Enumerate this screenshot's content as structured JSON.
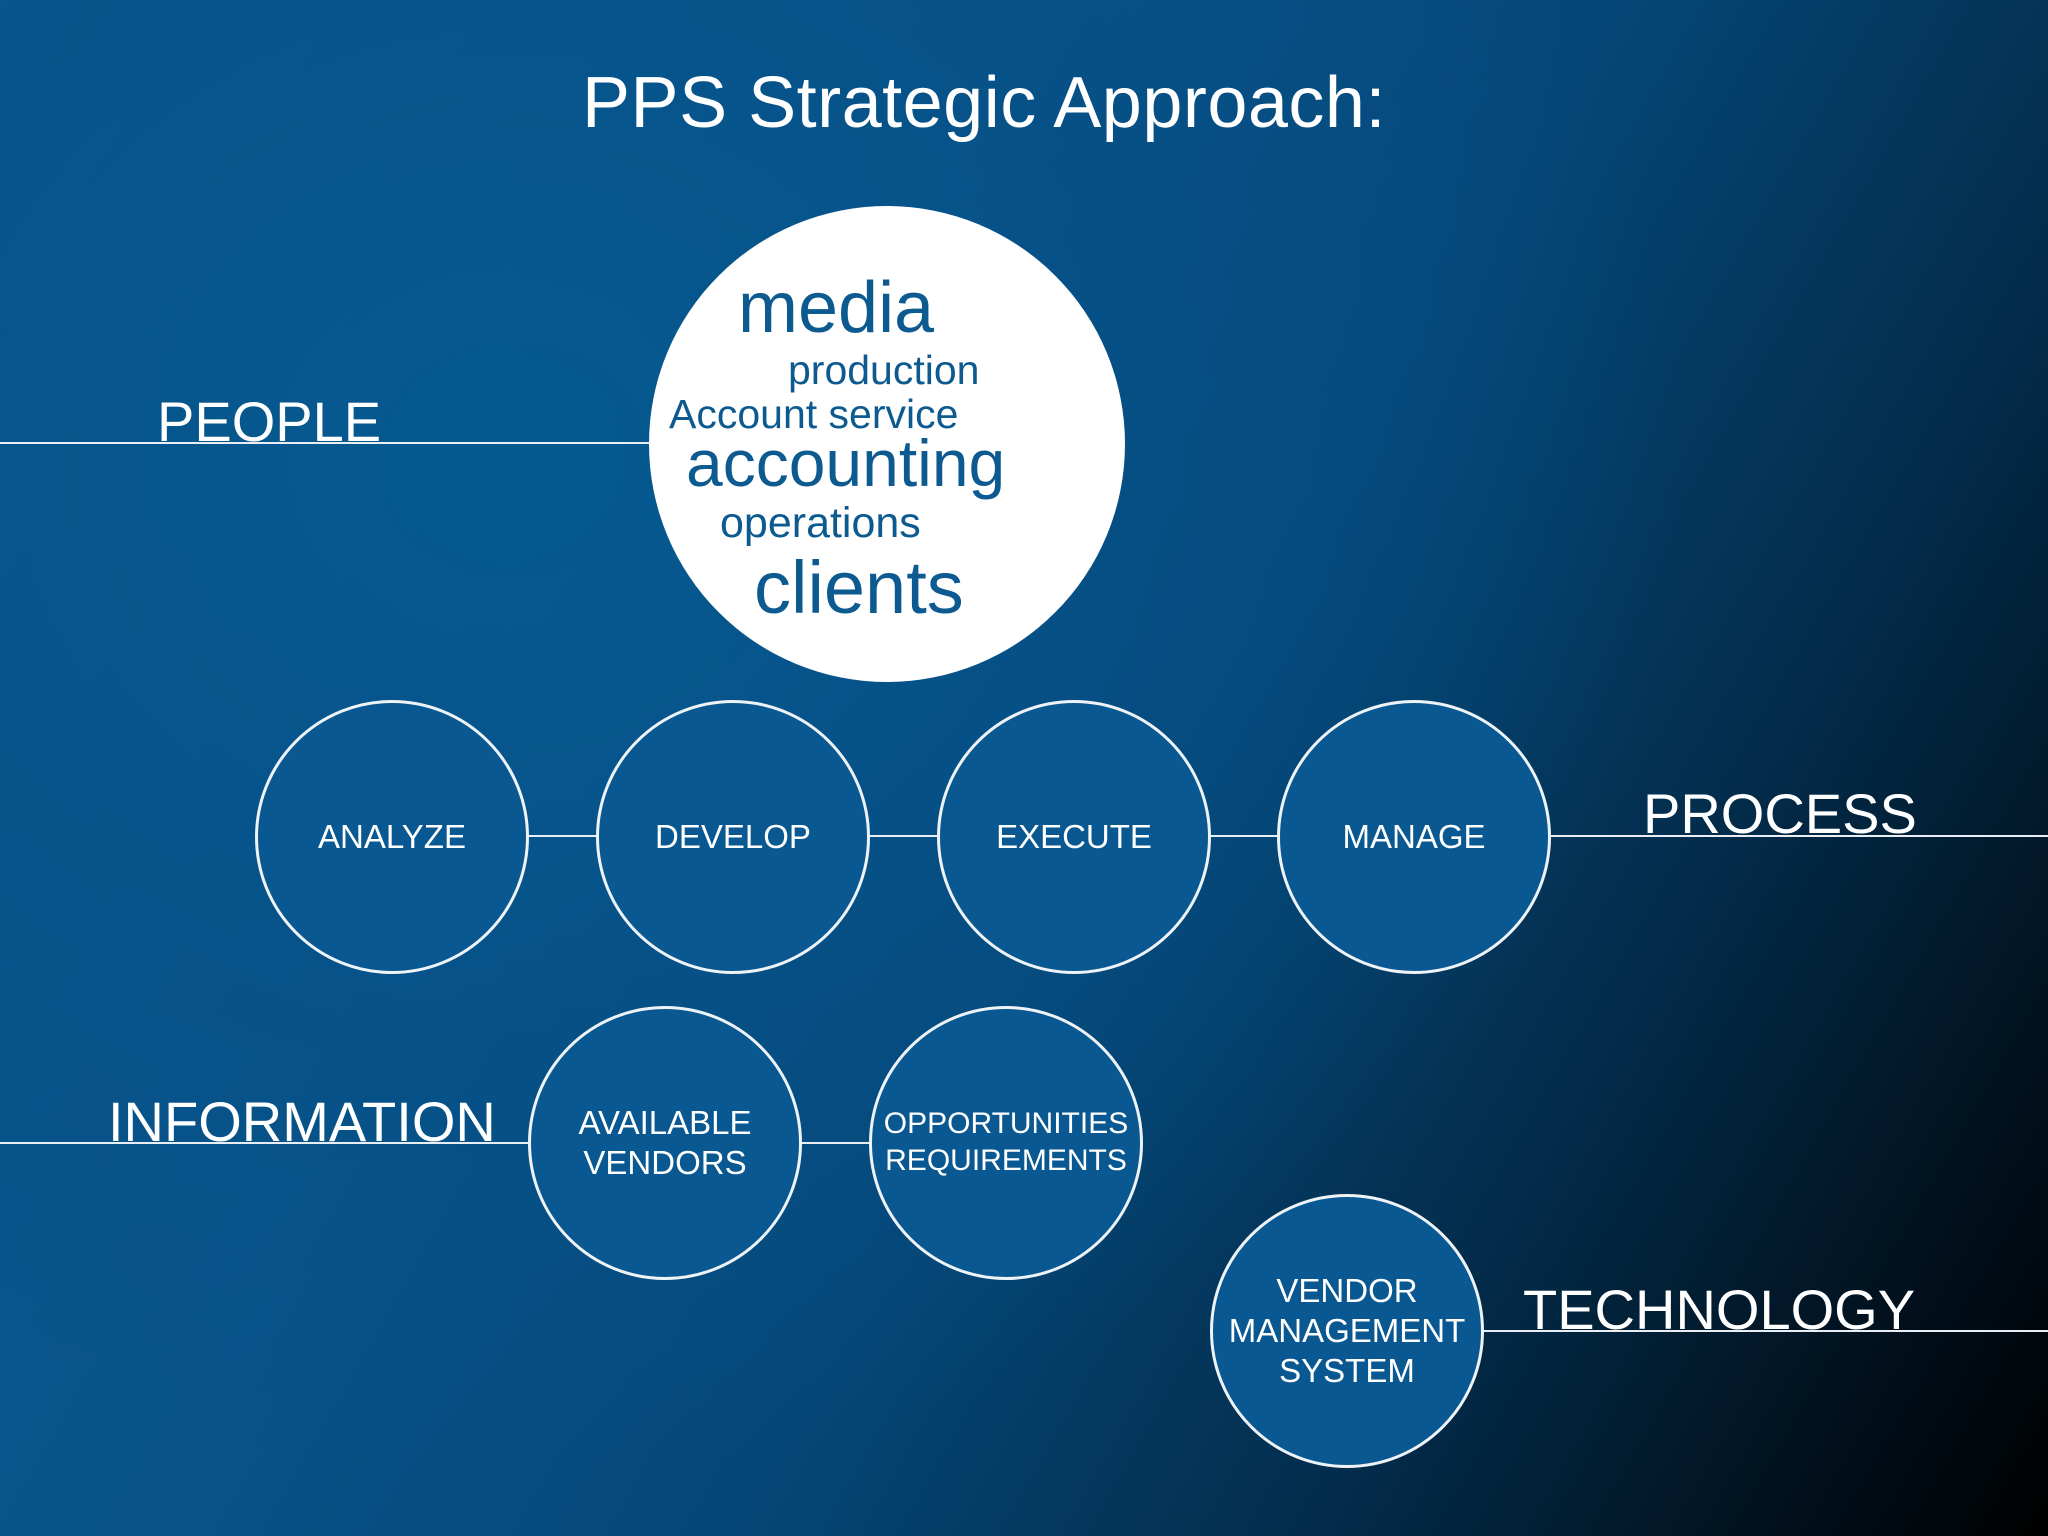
{
  "title": "PPS Strategic Approach:",
  "sections": {
    "people": "PEOPLE",
    "process": "PROCESS",
    "information": "INFORMATION",
    "technology": "TECHNOLOGY"
  },
  "people_words": {
    "media": "media",
    "production": "production",
    "account_service": "Account service",
    "accounting": "accounting",
    "operations": "operations",
    "clients": "clients"
  },
  "process_steps": [
    "ANALYZE",
    "DEVELOP",
    "EXECUTE",
    "MANAGE"
  ],
  "information_items": {
    "vendors_line1": "AVAILABLE",
    "vendors_line2": "VENDORS",
    "opps_line1": "OPPORTUNITIES",
    "opps_line2": "REQUIREMENTS"
  },
  "technology_item": {
    "line1": "VENDOR",
    "line2": "MANAGEMENT",
    "line3": "SYSTEM"
  },
  "colors": {
    "background_start": "#0a5a92",
    "background_end": "#000000",
    "circle_fill": "#0a5891",
    "circle_stroke": "#eef3f8",
    "text_dark_blue": "#0d5a90",
    "text_white": "#ffffff"
  }
}
